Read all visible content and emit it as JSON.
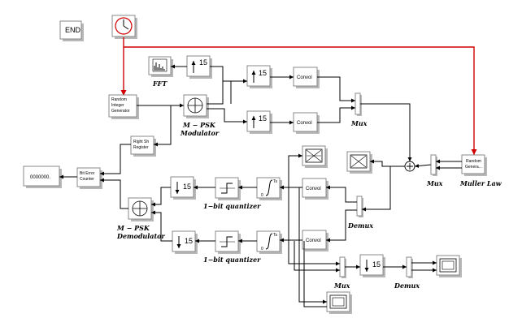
{
  "blocks": {
    "end": "END",
    "random_integer_generator": [
      "Random",
      "Integer",
      "Generator"
    ],
    "fft": "FFT",
    "upsample_factor": "15",
    "convol": "Convol",
    "mpsk_mod": [
      "M − PSK",
      "Modulator"
    ],
    "mux_label": "Mux",
    "shift_register": [
      "Right Sh",
      "Register"
    ],
    "display_value": "0000000.",
    "bit_error_counter": [
      "Bit Error",
      "Counter"
    ],
    "quantizer_label": "1−bit quantizer",
    "integrator_ts": "Ts",
    "integrator_zero": "0",
    "mpsk_demod": [
      "M − PSK",
      "Demodulator"
    ],
    "demux_label": "Demux",
    "muller_law": "Muller Law",
    "random_gen_right": [
      "Random",
      "Genera..."
    ]
  }
}
